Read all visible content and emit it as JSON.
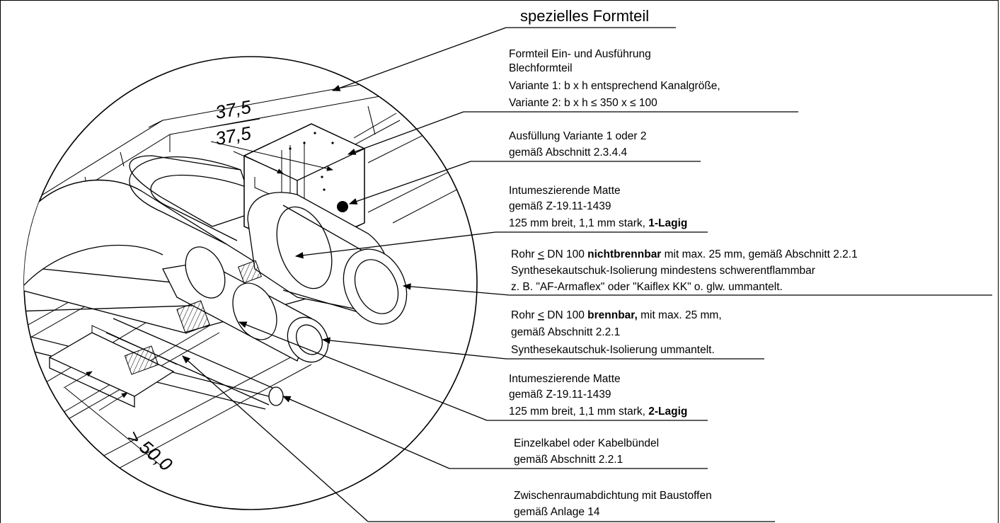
{
  "title": "spezielles Formteil",
  "dimensions": {
    "top1": "37,5",
    "top2": "37,5",
    "bottom": "> 50,0"
  },
  "callouts": {
    "formteil": {
      "lines": [
        "Formteil Ein- und Ausführung",
        "Blechformteil",
        "Variante 1: b x h entsprechend Kanalgröße,",
        "Variante 2: b x h ≤ 350 x ≤ 100"
      ]
    },
    "ausfuellung": {
      "lines": [
        "Ausfüllung Variante 1 oder 2",
        "gemäß Abschnitt 2.3.4.4"
      ]
    },
    "matte1": {
      "line1": "Intumeszierende Matte",
      "line2": "gemäß Z-19.11-1439",
      "line3_pre": "125 mm breit, 1,1 mm stark, ",
      "line3_bold": "1-Lagig"
    },
    "rohr_nb": {
      "l1_pre": "Rohr ",
      "l1_sym": "<",
      "l1_mid": " DN 100 ",
      "l1_bold": "nichtbrennbar",
      "l1_post": " mit max. 25 mm, gemäß Abschnitt 2.2.1",
      "line2": "Synthesekautschuk-Isolierung mindestens schwerentflammbar",
      "line3": "z. B. \"AF-Armaflex\" oder \"Kaiflex KK\" o. glw. ummantelt."
    },
    "rohr_b": {
      "l1_pre": "Rohr ",
      "l1_sym": "<",
      "l1_mid": " DN 100 ",
      "l1_bold": "brennbar,",
      "l1_post": " mit max. 25 mm,",
      "line2": "gemäß Abschnitt 2.2.1",
      "line3": "Synthesekautschuk-Isolierung ummantelt."
    },
    "matte2": {
      "line1": "Intumeszierende Matte",
      "line2": "gemäß Z-19.11-1439",
      "line3_pre": "125 mm breit, 1,1 mm stark, ",
      "line3_bold": "2-Lagig"
    },
    "kabel": {
      "lines": [
        "Einzelkabel oder Kabelbündel",
        "gemäß Abschnitt 2.2.1"
      ]
    },
    "zwischenraum": {
      "lines": [
        "Zwischenraumabdichtung mit Baustoffen",
        "gemäß Anlage 14"
      ]
    }
  }
}
